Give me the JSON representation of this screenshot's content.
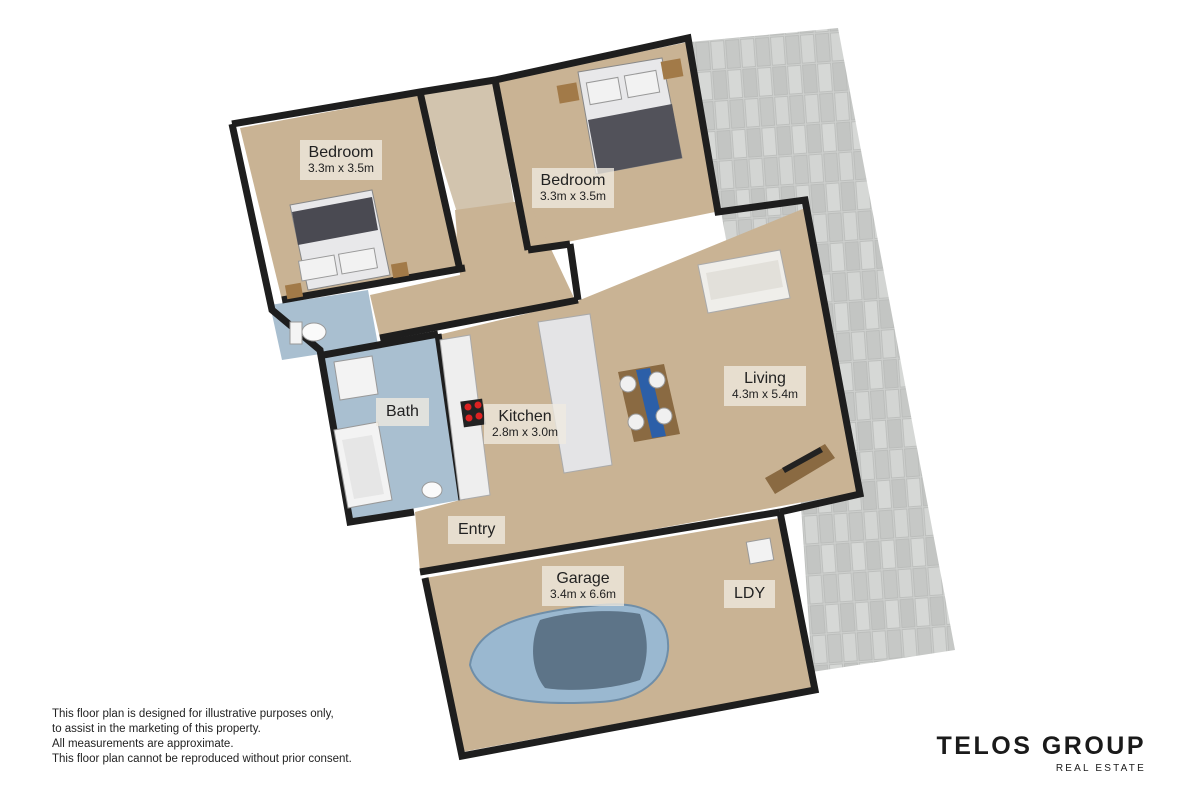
{
  "rooms": {
    "bedroom1": {
      "name": "Bedroom",
      "dims": "3.3m x 3.5m"
    },
    "bedroom2": {
      "name": "Bedroom",
      "dims": "3.3m x 3.5m"
    },
    "bath": {
      "name": "Bath"
    },
    "kitchen": {
      "name": "Kitchen",
      "dims": "2.8m x 3.0m"
    },
    "living": {
      "name": "Living",
      "dims": "4.3m x 5.4m"
    },
    "entry": {
      "name": "Entry"
    },
    "garage": {
      "name": "Garage",
      "dims": "3.4m x 6.6m"
    },
    "laundry": {
      "name": "LDY"
    }
  },
  "disclaimer": [
    "This floor plan is designed for illustrative purposes only,",
    "to assist in the marketing of this property.",
    "All measurements are approximate.",
    "This floor plan cannot be reproduced without prior consent."
  ],
  "brand": {
    "name": "TELOS GROUP",
    "tagline": "REAL ESTATE"
  },
  "colors": {
    "floor": "#c9b394",
    "wall": "#1e1e1e",
    "paving": "#c9cbc9",
    "tile": "#a9bfd0",
    "car": "#9ab8d0",
    "accent_blue": "#2c5fa8"
  }
}
